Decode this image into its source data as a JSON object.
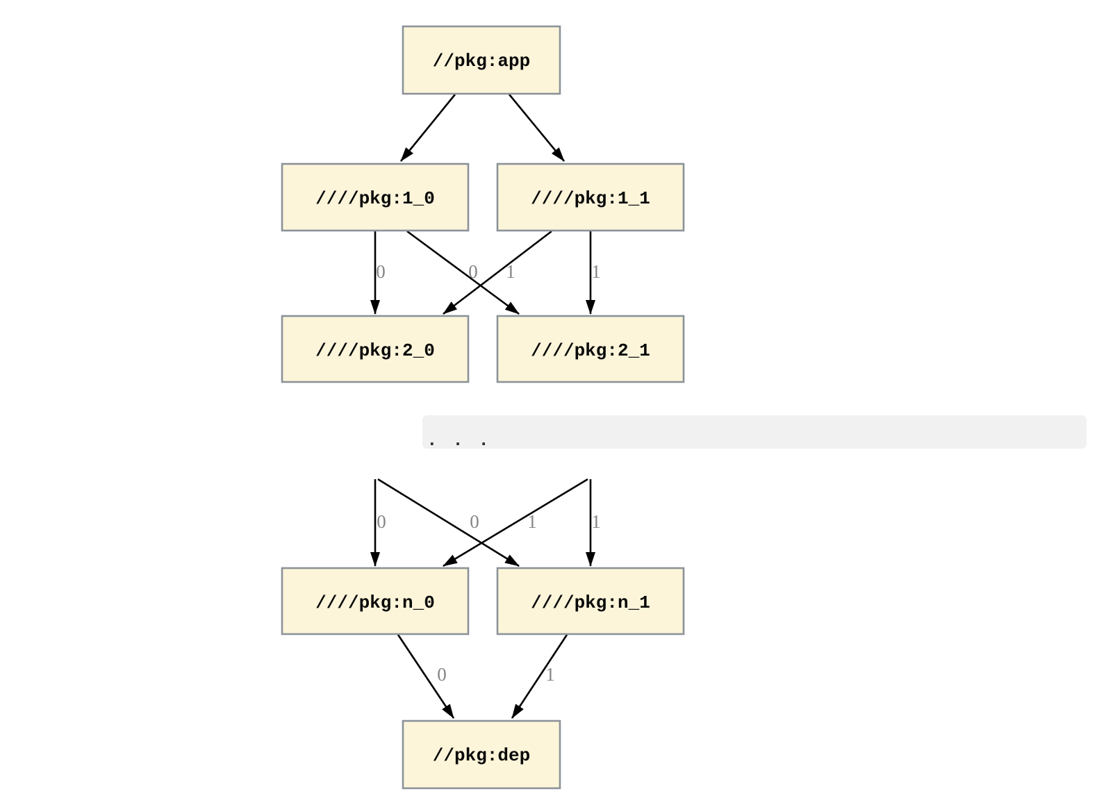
{
  "diagram": {
    "description": "Package dependency graph from //pkg:app through n levels of paired targets down to //pkg:dep",
    "colors": {
      "background": "#ffffff",
      "node_fill": "#fcf5da",
      "node_border": "#8b9299",
      "node_text": "#0a0a0a",
      "edge": "#000000",
      "edge_label": "#858585",
      "ellipsis_band_bg": "#f1f1f1",
      "ellipsis_dots": "#2e2e2e"
    },
    "nodes": {
      "app": "//pkg:app",
      "level1_0": "////pkg:1_0",
      "level1_1": "////pkg:1_1",
      "level2_0": "////pkg:2_0",
      "level2_1": "////pkg:2_1",
      "leveln_0": "////pkg:n_0",
      "leveln_1": "////pkg:n_1",
      "dep": "//pkg:dep"
    },
    "ellipsis": ". . .",
    "edge_labels": {
      "l1_0_to_2_0": "0",
      "l1_1_to_2_0": "0",
      "l1_0_to_2_1": "1",
      "l1_1_to_2_1": "1",
      "mid_to_n_0": "0",
      "mid_cross_to_n_0": "0",
      "mid_cross_to_n_1": "1",
      "mid_to_n_1": "1",
      "n_0_to_dep": "0",
      "n_1_to_dep": "1"
    },
    "edges": [
      {
        "from": "app",
        "to": "level1_0",
        "label": ""
      },
      {
        "from": "app",
        "to": "level1_1",
        "label": ""
      },
      {
        "from": "level1_0",
        "to": "level2_0",
        "label": "0"
      },
      {
        "from": "level1_0",
        "to": "level2_1",
        "label": "1"
      },
      {
        "from": "level1_1",
        "to": "level2_0",
        "label": "0"
      },
      {
        "from": "level1_1",
        "to": "level2_1",
        "label": "1"
      },
      {
        "from": "...",
        "to": "leveln_0",
        "label": "0"
      },
      {
        "from": "...",
        "to": "leveln_1",
        "label": "1"
      },
      {
        "from": "...",
        "to": "leveln_0",
        "label": "0"
      },
      {
        "from": "...",
        "to": "leveln_1",
        "label": "1"
      },
      {
        "from": "leveln_0",
        "to": "dep",
        "label": "0"
      },
      {
        "from": "leveln_1",
        "to": "dep",
        "label": "1"
      }
    ]
  }
}
